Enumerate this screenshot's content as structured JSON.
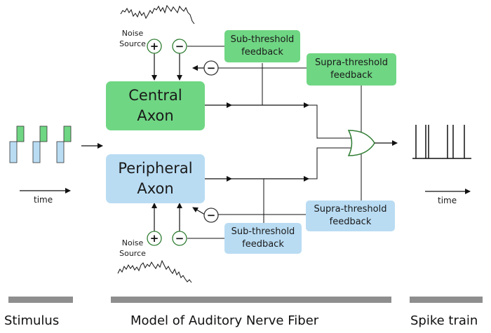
{
  "blocks": {
    "central_axon": [
      "Central",
      "Axon"
    ],
    "peripheral_axon": [
      "Peripheral",
      "Axon"
    ]
  },
  "feedback": {
    "central_sub": [
      "Sub-threshold",
      "feedback"
    ],
    "central_supra": [
      "Supra-threshold",
      "feedback"
    ],
    "peripheral_sub": [
      "Sub-threshold",
      "feedback"
    ],
    "peripheral_supra": [
      "Supra-threshold",
      "feedback"
    ]
  },
  "noise": {
    "top": [
      "Noise",
      "Source"
    ],
    "bottom": [
      "Noise",
      "Source"
    ]
  },
  "operators": {
    "plus": "+",
    "minus": "−"
  },
  "time_labels": {
    "stimulus": "time",
    "spike_train": "time"
  },
  "sections": {
    "stimulus": "Stimulus",
    "model": "Model of Auditory Nerve Fiber",
    "spike_train": "Spike train"
  },
  "colors": {
    "central": "#6fd683",
    "peripheral": "#b9dcf3",
    "operator_stroke": "#2e7d32",
    "bar": "#8e8e8e"
  }
}
